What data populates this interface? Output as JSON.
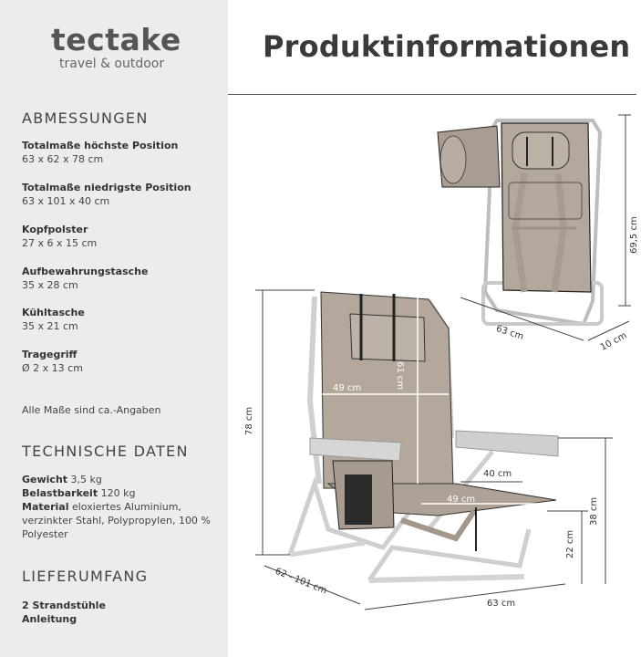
{
  "brand": {
    "name": "tectake",
    "tagline": "travel & outdoor"
  },
  "page_title": "Produktinformationen",
  "dimensions": {
    "heading": "ABMESSUNGEN",
    "items": [
      {
        "label": "Totalmaße höchste Position",
        "value": "63 x 62 x 78 cm"
      },
      {
        "label": "Totalmaße niedrigste Position",
        "value": "63 x 101 x 40 cm"
      },
      {
        "label": "Kopfpolster",
        "value": "27 x 6 x 15 cm"
      },
      {
        "label": "Aufbewahrungstasche",
        "value": "35 x 28 cm"
      },
      {
        "label": "Kühltasche",
        "value": "35 x 21 cm"
      },
      {
        "label": "Tragegriff",
        "value": "Ø 2 x 13 cm"
      }
    ],
    "note": "Alle Maße sind ca.-Angaben"
  },
  "technical": {
    "heading": "TECHNISCHE DATEN",
    "weight_label": "Gewicht",
    "weight_value": "3,5 kg",
    "load_label": "Belastbarkeit",
    "load_value": "120 kg",
    "material_label": "Material",
    "material_value": "eloxiertes Aluminium, verzinkter Stahl, Polypropylen, 100 % Polyester"
  },
  "scope": {
    "heading": "LIEFERUMFANG",
    "items": [
      "2 Strandstühle",
      "Anleitung"
    ]
  },
  "diagram_labels": {
    "folded_width": "63 cm",
    "folded_depth": "10 cm",
    "folded_height": "69,5 cm",
    "chair_height": "78 cm",
    "seat_width": "49 cm",
    "backrest_height": "61 cm",
    "armrest_spacing": "40 cm",
    "seat_depth": "49 cm",
    "depth_range": "62 - 101 cm",
    "base_width": "63 cm",
    "seat_height": "22 cm",
    "armrest_height": "38 cm"
  },
  "colors": {
    "sidebar": "#ececec",
    "fabric": "#b4a89d",
    "frame": "#c8c8c8"
  }
}
